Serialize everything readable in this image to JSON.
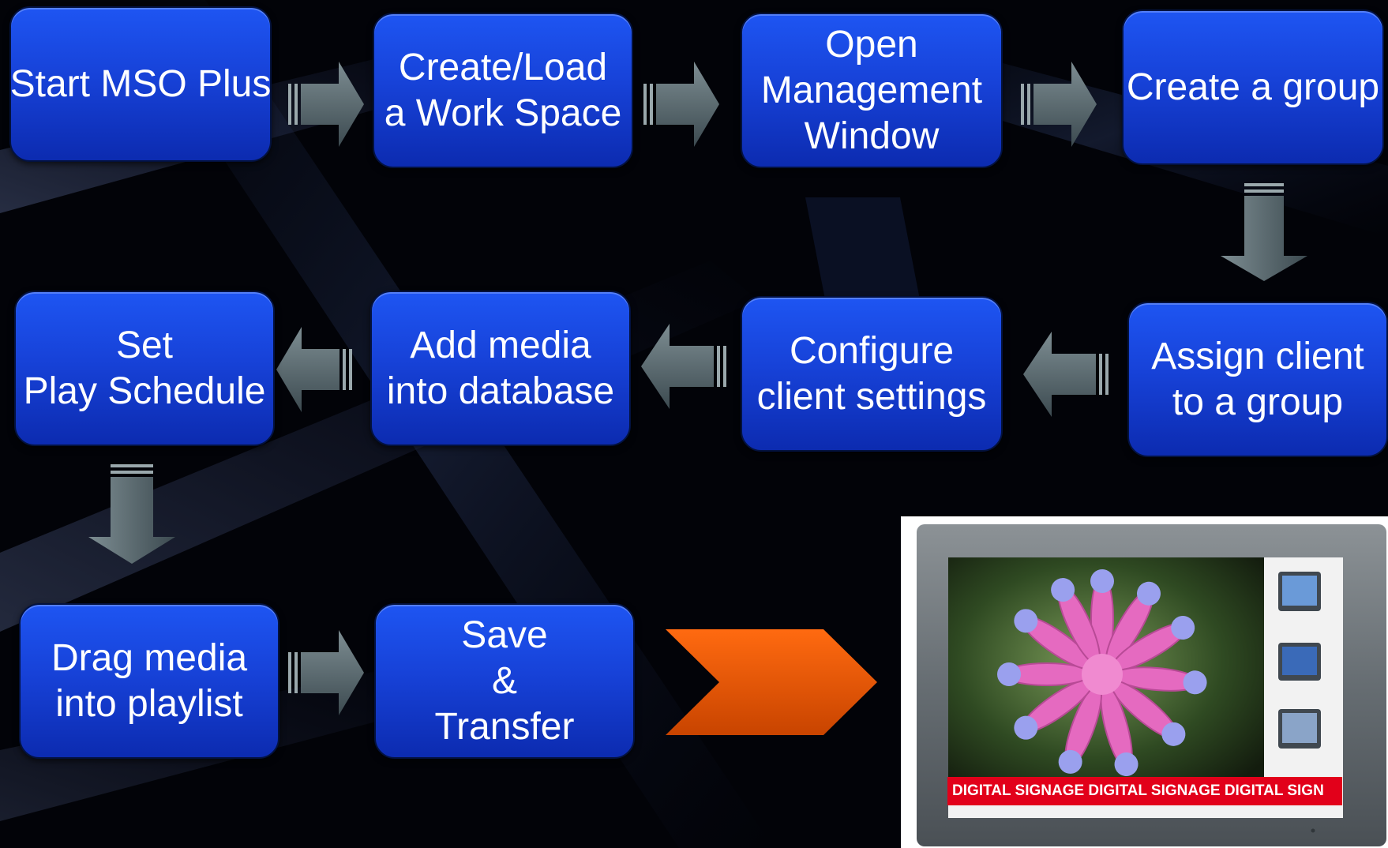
{
  "steps": {
    "start": [
      "Start MSO Plus"
    ],
    "create_load": [
      "Create/Load",
      "a Work Space"
    ],
    "open_mgmt": [
      "Open",
      "Management",
      "Window"
    ],
    "create_group": [
      "Create a group"
    ],
    "assign_client": [
      "Assign client",
      "to a group"
    ],
    "configure": [
      "Configure",
      "client settings"
    ],
    "add_media": [
      "Add media",
      "into database"
    ],
    "set_schedule": [
      "Set",
      "Play Schedule"
    ],
    "drag_media": [
      "Drag media",
      "into playlist"
    ],
    "save_transfer": [
      "Save",
      "&",
      "Transfer"
    ]
  },
  "display": {
    "ticker": "DIGITAL  SIGNAGE DIGITAL  SIGNAGE DIGITAL  SIGN"
  },
  "colors": {
    "box": "#1742d8",
    "arrow": "#5f7076",
    "chevron": "#f06010",
    "ticker": "#e2001a"
  }
}
